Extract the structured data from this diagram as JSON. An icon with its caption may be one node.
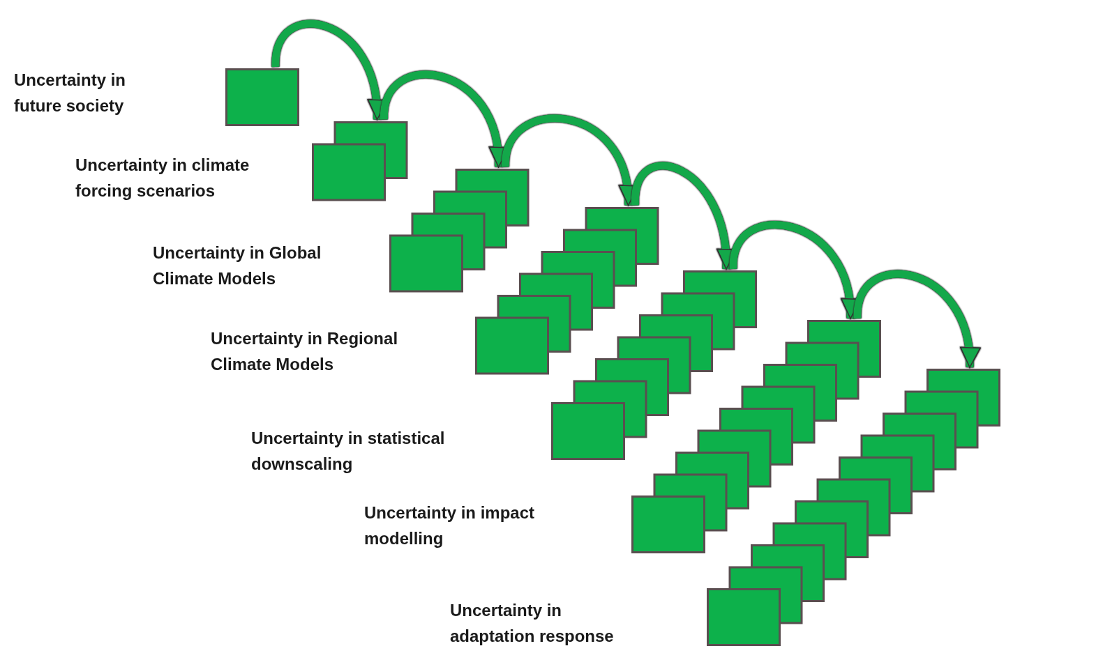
{
  "diagram": {
    "nodes": [
      {
        "text": [],
        "shape": "box"
      },
      {
        "text": [],
        "shape": "box"
      },
      {
        "text": [],
        "shape": "box"
      },
      {
        "text": [],
        "shape": "box"
      },
      {
        "text": [],
        "shape": "box"
      },
      {
        "text": [],
        "shape": "box"
      },
      {
        "text": [],
        "shape": "box"
      }
    ],
    "edges": [
      {
        "from": 0,
        "to": 1,
        "arrow": "to"
      },
      {
        "from": 1,
        "to": 2,
        "arrow": "to"
      },
      {
        "from": 2,
        "to": 3,
        "arrow": "to"
      },
      {
        "from": 3,
        "to": 4,
        "arrow": "to"
      },
      {
        "from": 4,
        "to": 5,
        "arrow": "to"
      },
      {
        "from": 5,
        "to": 6,
        "arrow": "to"
      }
    ],
    "labels": [
      "Uncertainty in future society",
      "Uncertainty in climate forcing scenarios",
      "Uncertainty in Global Climate Models",
      "Uncertainty in Regional Climate Models",
      "Uncertainty in statistical downscaling",
      "Uncertainty in impact modelling",
      "Uncertainty in adaptation response"
    ]
  }
}
